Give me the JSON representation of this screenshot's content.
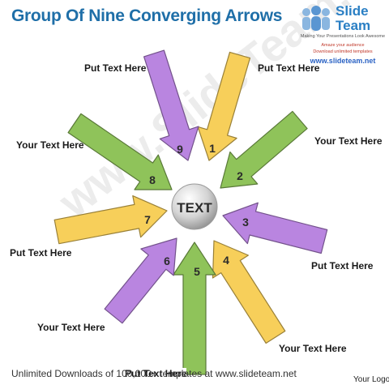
{
  "title": "Group Of Nine Converging Arrows",
  "center_label": "TEXT",
  "arrows": [
    {
      "number": "1",
      "color": "#f7cf5a",
      "label": "Put Text Here"
    },
    {
      "number": "2",
      "color": "#8fc35a",
      "label": "Your Text Here"
    },
    {
      "number": "3",
      "color": "#b985e0",
      "label": "Put Text Here"
    },
    {
      "number": "4",
      "color": "#f7cf5a",
      "label": "Your Text Here"
    },
    {
      "number": "5",
      "color": "#8fc35a",
      "label": "Put Text Here"
    },
    {
      "number": "6",
      "color": "#b985e0",
      "label": "Your Text Here"
    },
    {
      "number": "7",
      "color": "#f7cf5a",
      "label": "Put Text Here"
    },
    {
      "number": "8",
      "color": "#8fc35a",
      "label": "Your Text Here"
    },
    {
      "number": "9",
      "color": "#b985e0",
      "label": "Put Text Here"
    }
  ],
  "logo": {
    "line1": "Slide",
    "line2": "Team",
    "tagline": "Making Your Presentations Look Awesome",
    "promo1": "Amaze your audience",
    "promo2": "Download unlimited templates",
    "url": "www.slideteam.net"
  },
  "watermark": "www.SlideTeam.net",
  "footer": {
    "left": "Unlimited Downloads of 100,000+ templates at www.slideteam.net",
    "right": "Your Logo"
  }
}
